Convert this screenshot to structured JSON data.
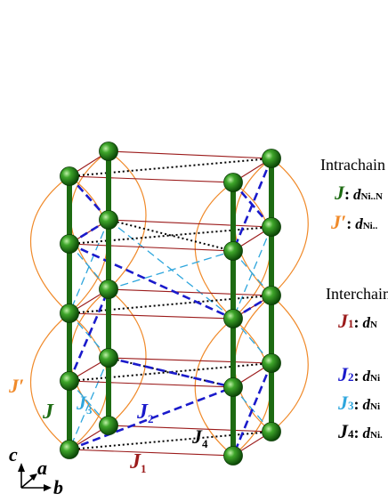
{
  "labels": {
    "J": "J",
    "J_prime": "J′",
    "J1": "J",
    "J1_sub": "1",
    "J2": "J",
    "J2_sub": "2",
    "J3": "J",
    "J3_sub": "3",
    "J4": "J",
    "J4_sub": "4"
  },
  "axes": {
    "c": "c",
    "a": "a",
    "b": "b"
  },
  "legend": {
    "intrachain_title": "Intrachain",
    "interchain_title": "Interchain",
    "rows": [
      {
        "sym": "J",
        "sub": "",
        "colon": ":",
        "d": "d",
        "dsub": "Ni..N"
      },
      {
        "sym": "J′",
        "sub": "",
        "colon": ":",
        "d": "d",
        "dsub": "Ni.."
      },
      {
        "sym": "J",
        "sub": "1",
        "colon": ":",
        "d": "d",
        "dsub": "N"
      },
      {
        "sym": "J",
        "sub": "2",
        "colon": ":",
        "d": "d",
        "dsub": "Ni"
      },
      {
        "sym": "J",
        "sub": "3",
        "colon": ":",
        "d": "d",
        "dsub": "Ni"
      },
      {
        "sym": "J",
        "sub": "4",
        "colon": ":",
        "d": "d",
        "dsub": "Ni."
      }
    ]
  },
  "colors": {
    "J": "#1d6b12",
    "J_prime": "#f08a2a",
    "J1": "#9b1b1b",
    "J2": "#1a1acb",
    "J3": "#2ea6dd",
    "J4": "#000000",
    "atom": "#1f7a14"
  }
}
